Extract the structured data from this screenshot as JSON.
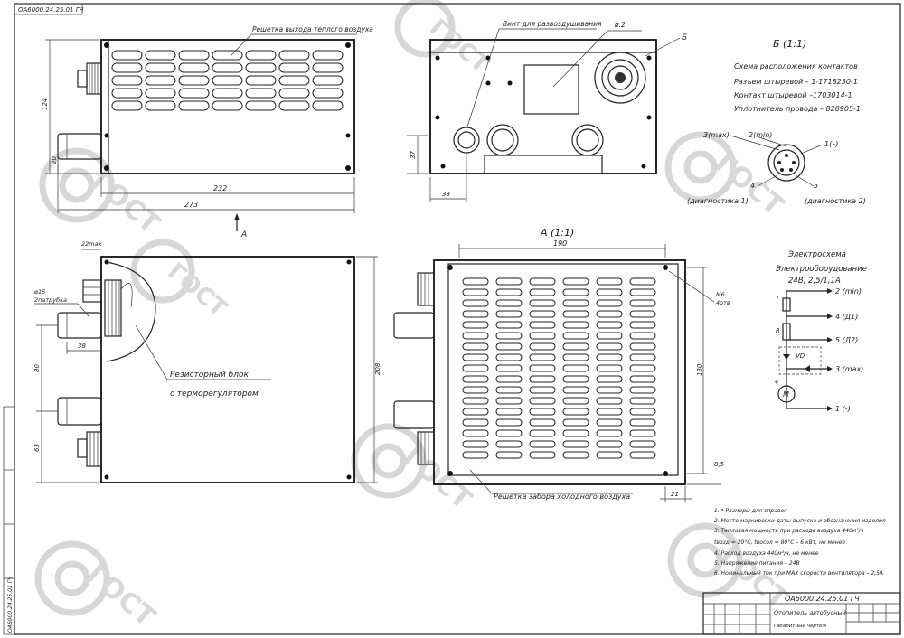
{
  "watermark": {
    "text": "ГОСТ"
  },
  "drawing_number": "ОА6000.24.25.01 ГЧ",
  "side_strip_text": "ОА6000.24.25.01 ГЧ",
  "top_views": {
    "grille_outlet_label": "Решетка выхода теплого воздуха",
    "vent_screw_label": "Винт для развоздушивания",
    "hole_label": "ø.2",
    "view_b_marker": "Б",
    "dim_124": "124",
    "dim_20": "20",
    "dim_232": "232",
    "dim_273": "273",
    "dim_37": "37",
    "dim_33": "33",
    "arrow_a": "А"
  },
  "detail_b": {
    "title": "Б (1:1)",
    "lines": [
      "Схема расположения контактов",
      "Разъем штыревой – 1-1718230-1",
      "Контакт штыревой –1703014-1",
      "Уплотнитель провода – 828905-1"
    ],
    "pins": {
      "p3": "3(max)",
      "p2": "2(min)",
      "p1": "1(–)",
      "p4": "4",
      "p5": "5",
      "diag1": "(диагностика 1)",
      "diag2": "(диагностика 2)"
    }
  },
  "schematic": {
    "title1": "Электросхема",
    "title2": "Электрооборудование",
    "title3": "24В, 2,5/1,1А",
    "t": "T",
    "r": "R",
    "vd": "VD",
    "m": "M",
    "plus": "+",
    "terminals": [
      "2 (min)",
      "4 (Д1)",
      "5 (Д2)",
      "3 (max)",
      "1 (-)"
    ]
  },
  "bottom_left": {
    "dim_22max": "22max",
    "label_d15": "ø15",
    "label_pipes": "2патрубка",
    "dim_38": "38",
    "dim_80": "80",
    "dim_63": "63",
    "dim_208": "208",
    "resistor_label_1": "Резисторный блок",
    "resistor_label_2": "с терморегулятором"
  },
  "view_a": {
    "title": "А (1:1)",
    "dim_190": "190",
    "dim_130": "130",
    "dim_8_5": "8,5",
    "dim_21": "21",
    "m6_1": "М6",
    "m6_2": "4отв",
    "grille_inlet_label": "Решетка забора холодного воздуха"
  },
  "notes": [
    "1. * Размеры для справок",
    "2. Место маркировки даты выпуска и обозначения изделия",
    "3. Тепловая мощность при расходе воздуха 440м³/ч",
    "tвозд = 20°С, tвосол = 80°С – 6 кВт, не менее",
    "4. Расход воздуха 440м³/ч, не менее",
    "5. Напряжение питания – 24В",
    "6. Номинальный ток при MAX скорости вентилятора – 2,5А"
  ],
  "title_block": {
    "name": "Отопитель автобусный",
    "subtitle": "Габаритный чертеж"
  }
}
